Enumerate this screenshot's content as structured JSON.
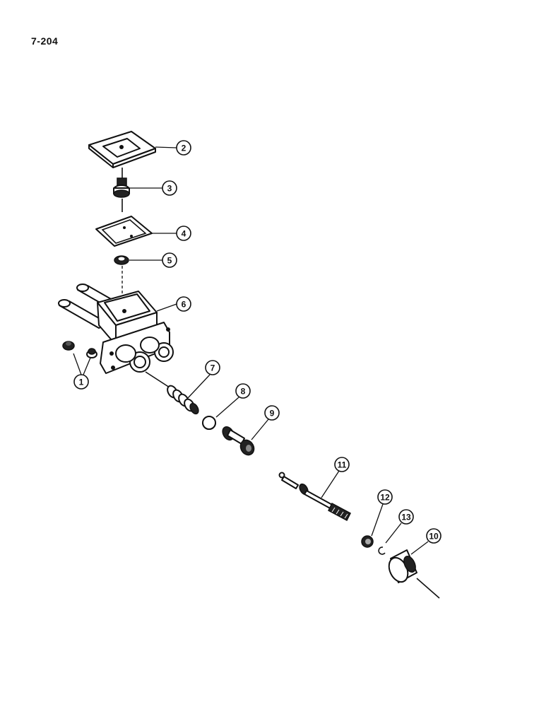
{
  "page": {
    "number": "7-204"
  },
  "diagram": {
    "title": "",
    "callouts": [
      {
        "id": "1",
        "label": "1"
      },
      {
        "id": "2",
        "label": "2"
      },
      {
        "id": "3",
        "label": "3"
      },
      {
        "id": "4",
        "label": "4"
      },
      {
        "id": "5",
        "label": "5"
      },
      {
        "id": "6",
        "label": "6"
      },
      {
        "id": "7",
        "label": "7"
      },
      {
        "id": "8",
        "label": "8"
      },
      {
        "id": "9",
        "label": "9"
      },
      {
        "id": "10",
        "label": "10"
      },
      {
        "id": "11",
        "label": "11"
      },
      {
        "id": "12",
        "label": "12"
      },
      {
        "id": "13",
        "label": "13"
      }
    ]
  }
}
